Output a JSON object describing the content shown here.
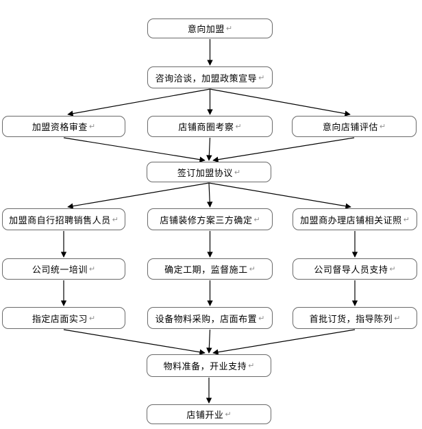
{
  "diagram": {
    "type": "flowchart",
    "return_mark": "↵",
    "colors": {
      "background": "#ffffff",
      "box_fill": "#ffffff",
      "box_border": "#696969",
      "connector": "#000000",
      "text": "#000000",
      "return_mark": "#909090"
    },
    "nodes": {
      "intent": {
        "label": "意向加盟"
      },
      "consult": {
        "label": "咨询洽谈，加盟政策宣导"
      },
      "qualification": {
        "label": "加盟资格审查"
      },
      "trade_area": {
        "label": "店铺商圈考察"
      },
      "evaluation": {
        "label": "意向店铺评估"
      },
      "sign": {
        "label": "签订加盟协议"
      },
      "recruit": {
        "label": "加盟商自行招聘销售人员"
      },
      "renovation": {
        "label": "店铺装修方案三方确定"
      },
      "licenses": {
        "label": "加盟商办理店铺相关证照"
      },
      "training": {
        "label": "公司统一培训"
      },
      "supervision": {
        "label": "确定工期，监督施工"
      },
      "supervisor": {
        "label": "公司督导人员支持"
      },
      "internship": {
        "label": "指定店面实习"
      },
      "procurement": {
        "label": "设备物料采购，店面布置"
      },
      "first_order": {
        "label": "首批订货，指导陈列"
      },
      "material": {
        "label": "物料准备，开业支持"
      },
      "opening": {
        "label": "店铺开业"
      }
    },
    "edges": [
      {
        "from": "intent",
        "to": "consult"
      },
      {
        "from": "consult",
        "to": "qualification"
      },
      {
        "from": "consult",
        "to": "trade_area"
      },
      {
        "from": "consult",
        "to": "evaluation"
      },
      {
        "from": "qualification",
        "to": "sign"
      },
      {
        "from": "trade_area",
        "to": "sign"
      },
      {
        "from": "evaluation",
        "to": "sign"
      },
      {
        "from": "sign",
        "to": "recruit"
      },
      {
        "from": "sign",
        "to": "renovation"
      },
      {
        "from": "sign",
        "to": "licenses"
      },
      {
        "from": "recruit",
        "to": "training"
      },
      {
        "from": "renovation",
        "to": "supervision"
      },
      {
        "from": "licenses",
        "to": "supervisor"
      },
      {
        "from": "training",
        "to": "internship"
      },
      {
        "from": "supervision",
        "to": "procurement"
      },
      {
        "from": "supervisor",
        "to": "first_order"
      },
      {
        "from": "internship",
        "to": "material"
      },
      {
        "from": "procurement",
        "to": "material"
      },
      {
        "from": "first_order",
        "to": "material"
      },
      {
        "from": "material",
        "to": "opening"
      }
    ]
  }
}
